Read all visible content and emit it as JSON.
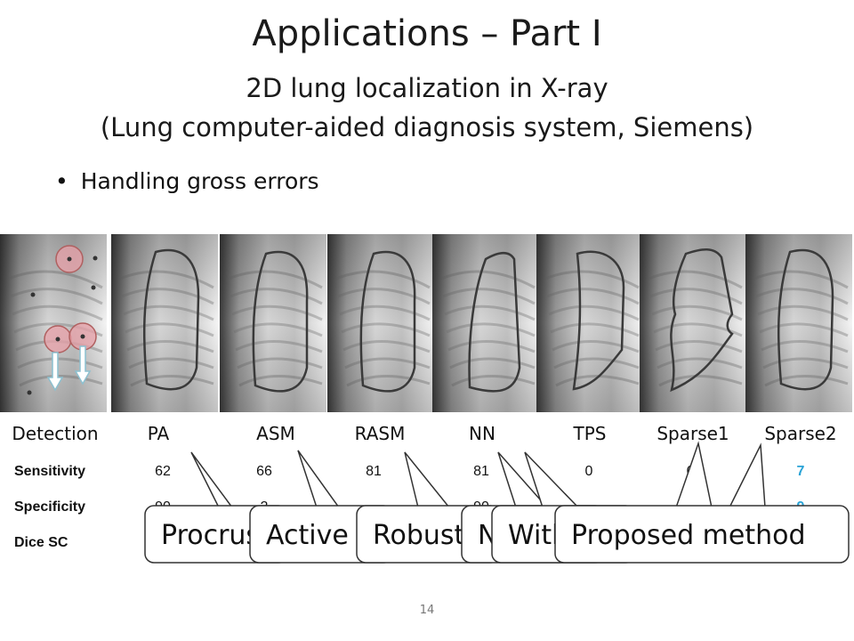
{
  "slide": {
    "title": "Applications – Part I",
    "subtitle1": "2D lung localization in X-ray",
    "subtitle2": "(Lung computer-aided diagnosis system, Siemens)",
    "bullet_marker": "•",
    "bullet": "Handling gross errors",
    "page_number": "14"
  },
  "methods": [
    "Detection",
    "PA",
    "ASM",
    "RASM",
    "NN",
    "TPS",
    "Sparse1",
    "Sparse2"
  ],
  "rows": [
    {
      "label": "Sensitivity",
      "values": [
        "62",
        "66",
        "81",
        "81",
        "0",
        "6",
        "7"
      ],
      "highlight_last": true
    },
    {
      "label": "Specificity",
      "values": [
        "90",
        "2",
        "",
        "90",
        "",
        "6",
        "9"
      ],
      "highlight_last": true
    },
    {
      "label": "Dice SC",
      "values": [
        "",
        "",
        "",
        "",
        "",
        "",
        ""
      ],
      "highlight_last": false
    }
  ],
  "callouts": [
    {
      "text": "Procrustes"
    },
    {
      "text": "Active Shape Model"
    },
    {
      "text": "Robust ASM"
    },
    {
      "text": "Nearest Neighbor"
    },
    {
      "text": "With TPS"
    },
    {
      "text": "Proposed method"
    }
  ],
  "colors": {
    "highlight": "#29a3d6",
    "callout_border": "#333333",
    "contour": "#3a3a3a",
    "marker": "#e8a0a8"
  }
}
